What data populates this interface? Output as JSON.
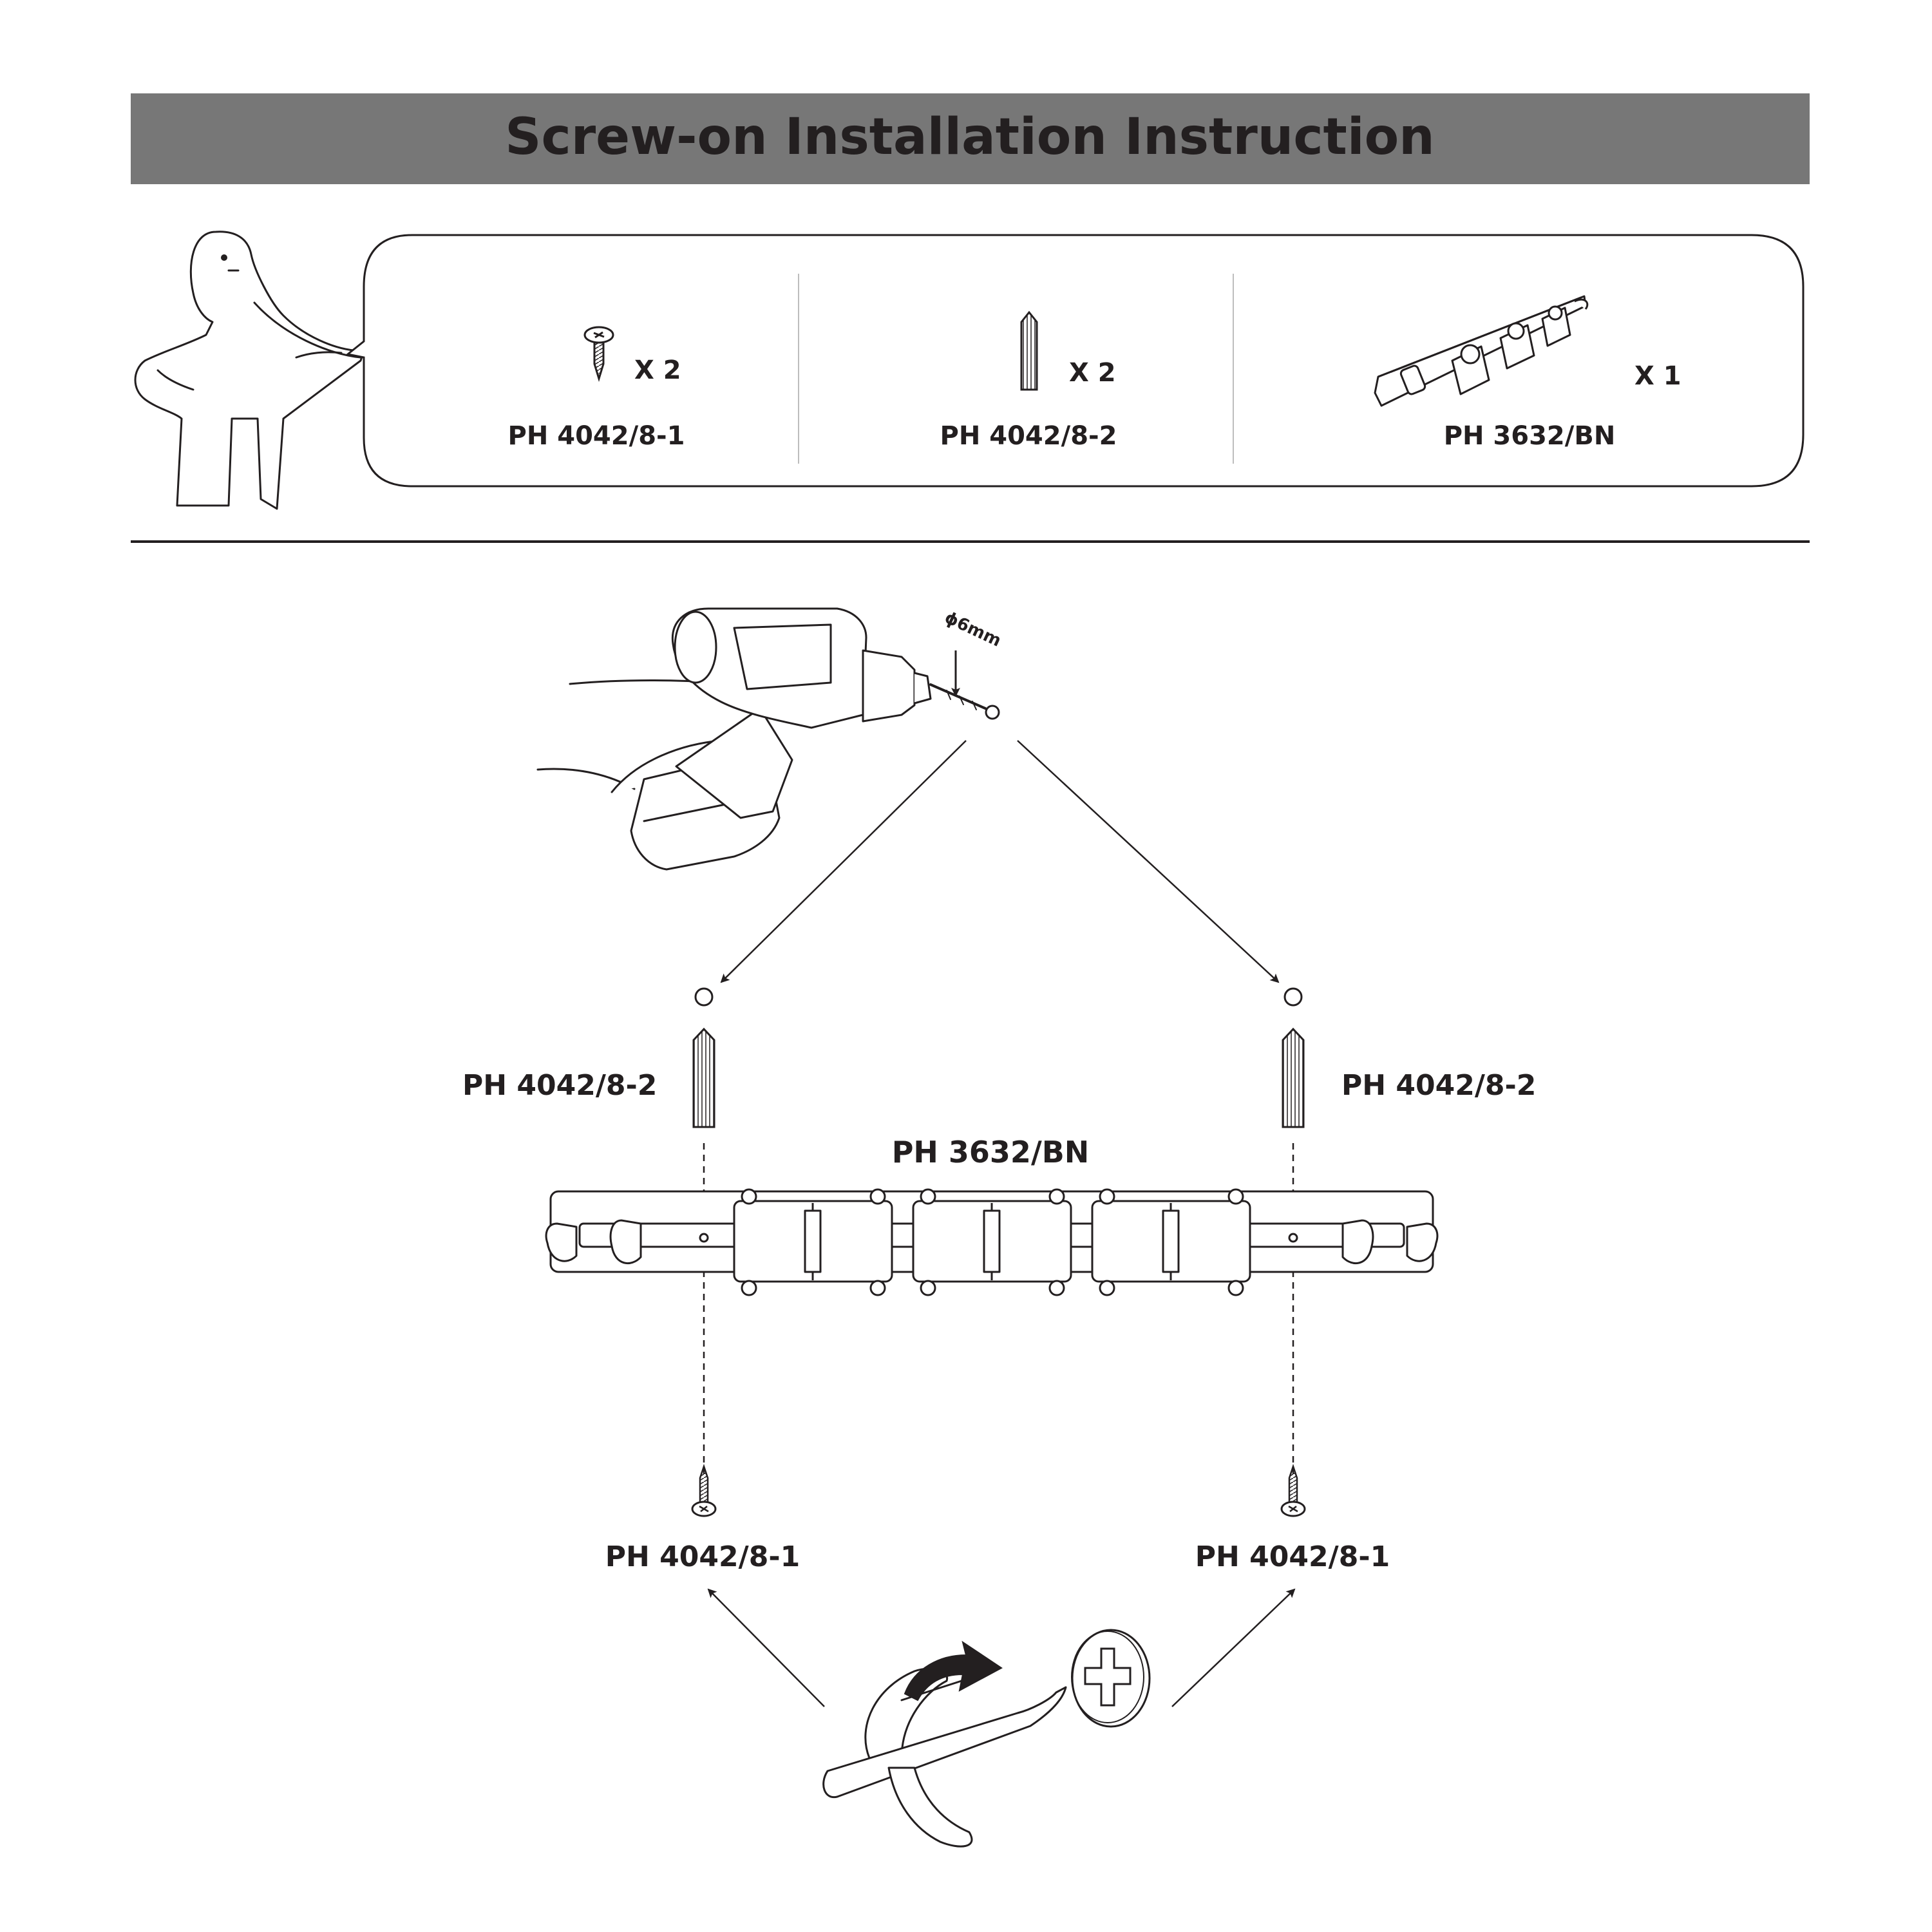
{
  "header": {
    "title": "Screw-on Installation Instruction",
    "bg_color": "#777777",
    "text_color": "#ffffff"
  },
  "parts": [
    {
      "code": "PH 4042/8-1",
      "qty": "X 2",
      "icon": "screw-icon"
    },
    {
      "code": "PH 4042/8-2",
      "qty": "X 2",
      "icon": "wall-plug-icon"
    },
    {
      "code": "PH 3632/BN",
      "qty": "X 1",
      "icon": "holder-rail-icon"
    }
  ],
  "drill": {
    "bit_size": "ϕ6mm"
  },
  "labels": {
    "plug_left": "PH 4042/8-2",
    "plug_right": "PH 4042/8-2",
    "rail": "PH 3632/BN",
    "screw_left": "PH 4042/8-1",
    "screw_right": "PH 4042/8-1"
  },
  "colors": {
    "line": "#231f20",
    "rule": "#231f20"
  }
}
